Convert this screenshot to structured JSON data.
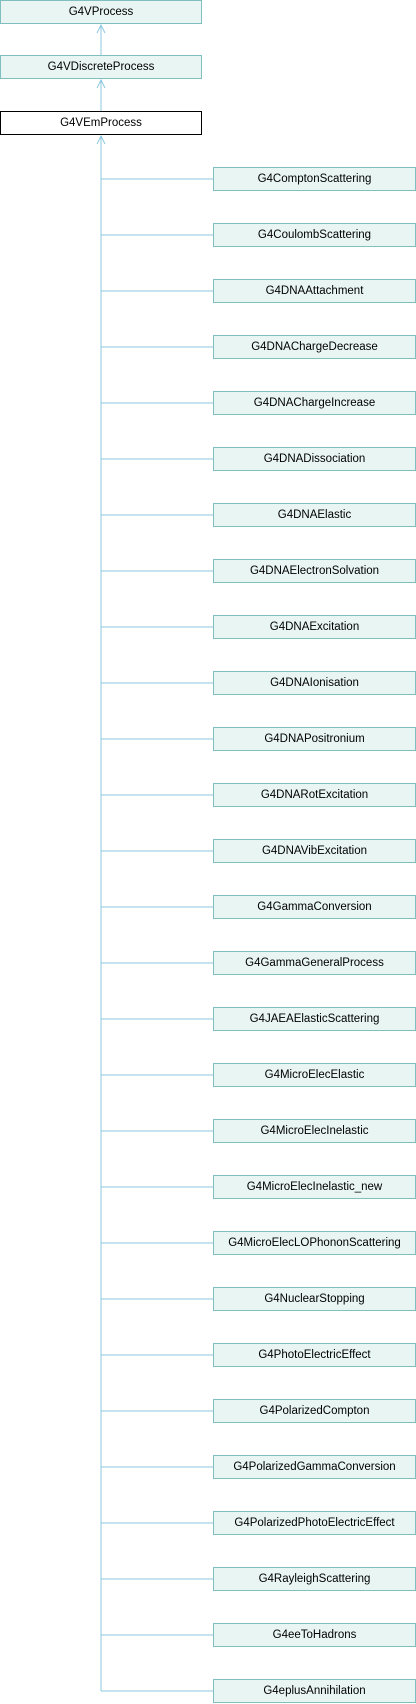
{
  "ancestors": [
    "G4VProcess",
    "G4VDiscreteProcess"
  ],
  "current": "G4VEmProcess",
  "children": [
    "G4ComptonScattering",
    "G4CoulombScattering",
    "G4DNAAttachment",
    "G4DNAChargeDecrease",
    "G4DNAChargeIncrease",
    "G4DNADissociation",
    "G4DNAElastic",
    "G4DNAElectronSolvation",
    "G4DNAExcitation",
    "G4DNAIonisation",
    "G4DNAPositronium",
    "G4DNARotExcitation",
    "G4DNAVibExcitation",
    "G4GammaConversion",
    "G4GammaGeneralProcess",
    "G4JAEAElasticScattering",
    "G4MicroElecElastic",
    "G4MicroElecInelastic",
    "G4MicroElecInelastic_new",
    "G4MicroElecLOPhononScattering",
    "G4NuclearStopping",
    "G4PhotoElectricEffect",
    "G4PolarizedCompton",
    "G4PolarizedGammaConversion",
    "G4PolarizedPhotoElectricEffect",
    "G4RayleighScattering",
    "G4eeToHadrons",
    "G4eplusAnnihilation"
  ],
  "colors": {
    "node_fill": "#e8f5f3",
    "node_border": "#80bfbf",
    "current_border": "#000000",
    "edge": "#8ec8df"
  }
}
